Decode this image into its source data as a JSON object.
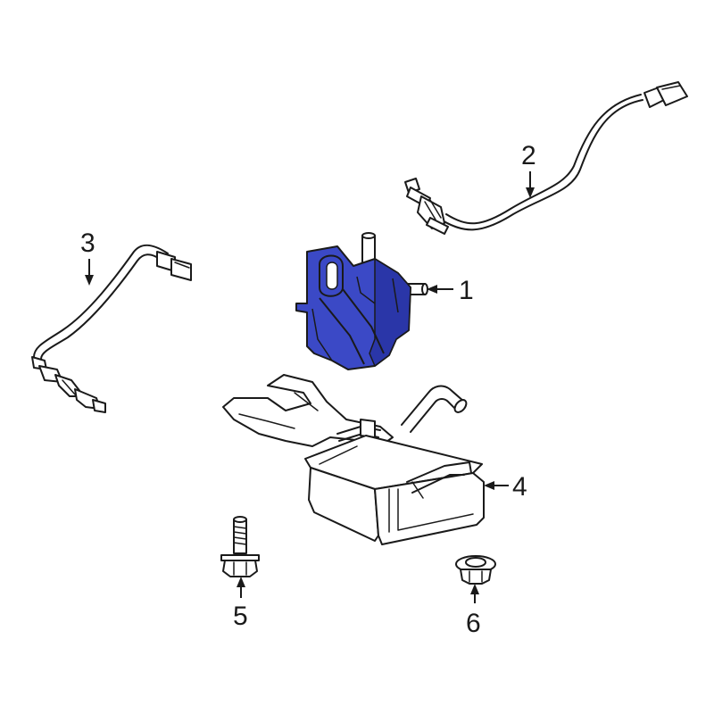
{
  "colors": {
    "highlight": "#3b49c6",
    "highlight_shade": "#2a36a8",
    "line": "#1a1a1a",
    "background": "#ffffff"
  },
  "callouts": [
    {
      "id": "1",
      "label": "1",
      "part": "purge-solenoid-valve"
    },
    {
      "id": "2",
      "label": "2",
      "part": "upstream-oxygen-sensor"
    },
    {
      "id": "3",
      "label": "3",
      "part": "downstream-oxygen-sensor"
    },
    {
      "id": "4",
      "label": "4",
      "part": "vapor-canister"
    },
    {
      "id": "5",
      "label": "5",
      "part": "mounting-bolt"
    },
    {
      "id": "6",
      "label": "6",
      "part": "nut"
    }
  ]
}
